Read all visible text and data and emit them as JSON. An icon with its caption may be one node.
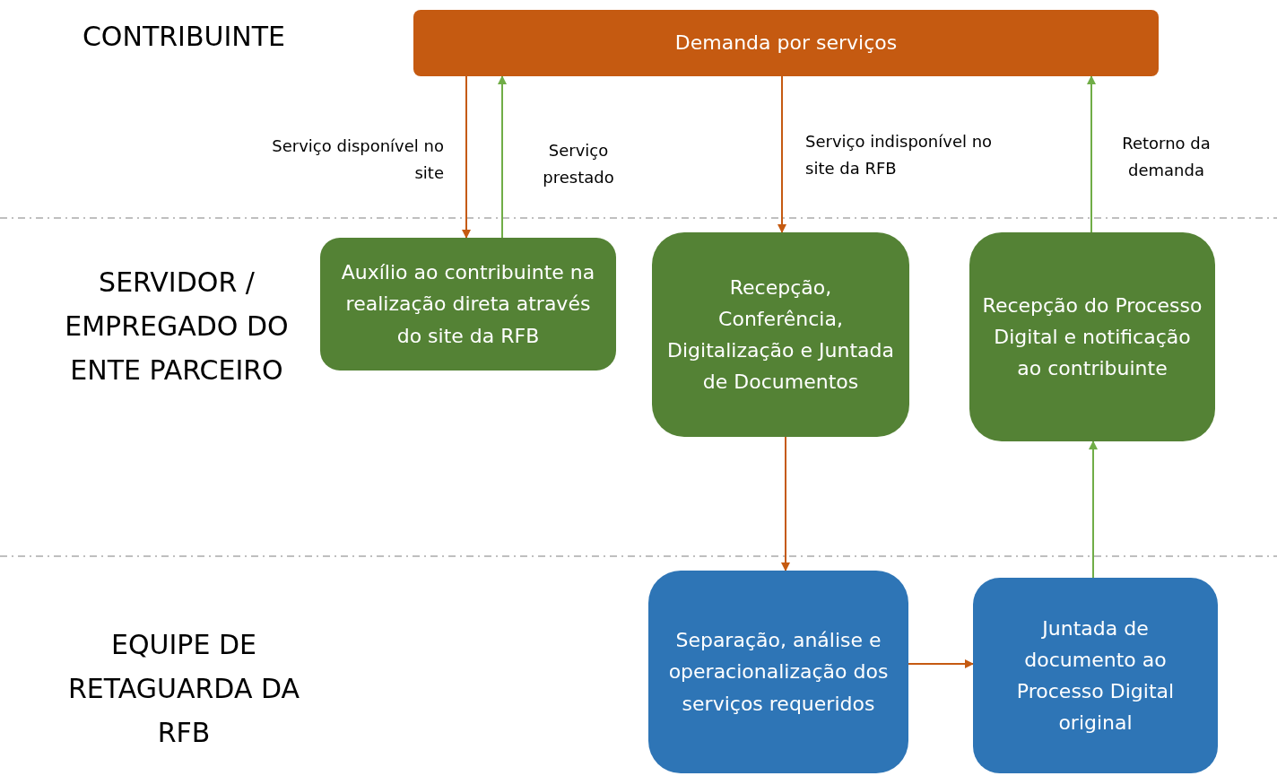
{
  "diagram": {
    "nodes": [
      {
        "text": [
          "Demanda por serviços"
        ]
      },
      {
        "text": [
          "Auxílio ao contribuinte na realização direta através do site da RFB"
        ]
      },
      {
        "text": [
          "Recepção, Conferência, Digitalização e Juntada de Documentos"
        ]
      },
      {
        "text": [
          "Recepção do Processo Digital e notificação ao contribuinte"
        ]
      },
      {
        "text": [
          "Separação, análise e operacionalização dos serviços requeridos"
        ]
      },
      {
        "text": [
          "Juntada de documento ao Processo Digital original"
        ]
      }
    ],
    "edges": [
      {
        "from": 0,
        "to": 1,
        "arrow": "to",
        "label": "Serviço disponível no site"
      },
      {
        "from": 1,
        "to": 0,
        "arrow": "to",
        "label": "Serviço prestado",
        "color": "#70ad47"
      },
      {
        "from": 0,
        "to": 2,
        "arrow": "to",
        "label": "Serviço indisponível no site da RFB"
      },
      {
        "from": 3,
        "to": 0,
        "arrow": "to",
        "label": "Retorno da demanda",
        "color": "#70ad47"
      },
      {
        "from": 2,
        "to": 4,
        "arrow": "to"
      },
      {
        "from": 5,
        "to": 3,
        "arrow": "to",
        "color": "#70ad47"
      },
      {
        "from": 4,
        "to": 5,
        "arrow": "to"
      }
    ],
    "labels": [
      "CONTRIBUINTE",
      "SERVIDOR / EMPREGADO DO ENTE PARCEIRO",
      "EQUIPE DE RETAGUARDA DA RFB"
    ]
  }
}
